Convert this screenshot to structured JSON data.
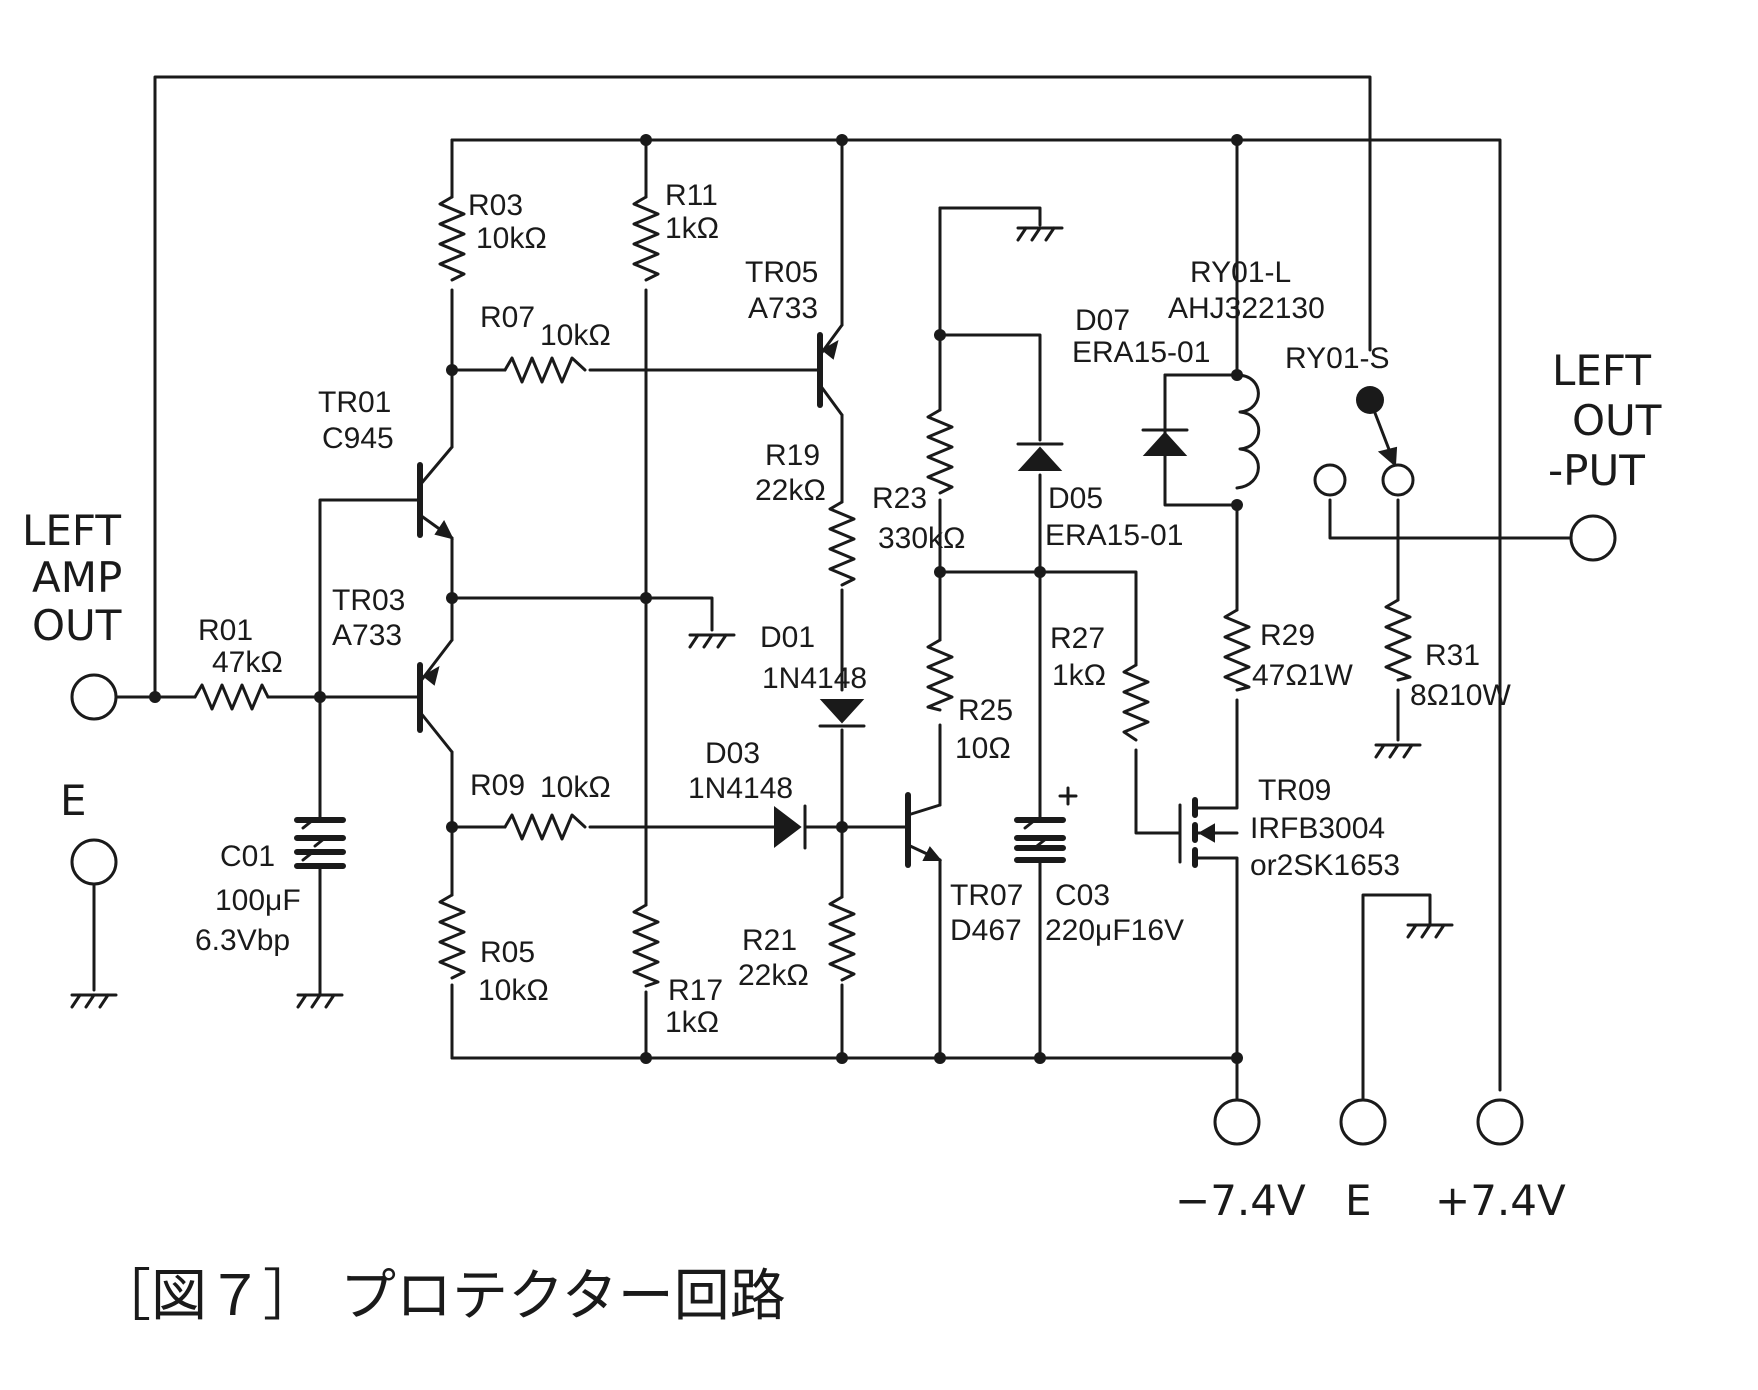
{
  "caption": {
    "figure": "［図７］",
    "title": "プロテクター回路"
  },
  "terminals": {
    "left_amp_out": [
      "LEFT",
      "AMP",
      "OUT"
    ],
    "left_output": [
      "LEFT",
      "OUT",
      "-PUT"
    ],
    "ground_in": "E",
    "minus_supply": "−7.4V",
    "ground_out": "E",
    "plus_supply": "+7.4V"
  },
  "components": {
    "R01": {
      "ref": "R01",
      "value": "47kΩ"
    },
    "R03": {
      "ref": "R03",
      "value": "10kΩ"
    },
    "R05": {
      "ref": "R05",
      "value": "10kΩ"
    },
    "R07": {
      "ref": "R07",
      "value": "10kΩ"
    },
    "R09": {
      "ref": "R09",
      "value": "10kΩ"
    },
    "R11": {
      "ref": "R11",
      "value": "1kΩ"
    },
    "R17": {
      "ref": "R17",
      "value": "1kΩ"
    },
    "R19": {
      "ref": "R19",
      "value": "22kΩ"
    },
    "R21": {
      "ref": "R21",
      "value": "22kΩ"
    },
    "R23": {
      "ref": "R23",
      "value": "330kΩ"
    },
    "R25": {
      "ref": "R25",
      "value": "10Ω"
    },
    "R27": {
      "ref": "R27",
      "value": "1kΩ"
    },
    "R29": {
      "ref": "R29",
      "value": "47Ω1W"
    },
    "R31": {
      "ref": "R31",
      "value": "8Ω10W"
    },
    "C01": {
      "ref": "C01",
      "value": "100μF",
      "rating": "6.3Vbp"
    },
    "C03": {
      "ref": "C03",
      "value": "220μF16V",
      "polarity": "+"
    },
    "TR01": {
      "ref": "TR01",
      "part": "C945"
    },
    "TR03": {
      "ref": "TR03",
      "part": "A733"
    },
    "TR05": {
      "ref": "TR05",
      "part": "A733"
    },
    "TR07": {
      "ref": "TR07",
      "part": "D467"
    },
    "TR09": {
      "ref": "TR09",
      "part": "IRFB3004",
      "alt": "or2SK1653"
    },
    "D01": {
      "ref": "D01",
      "part": "1N4148"
    },
    "D03": {
      "ref": "D03",
      "part": "1N4148"
    },
    "D05": {
      "ref": "D05",
      "part": "ERA15-01"
    },
    "D07": {
      "ref": "D07",
      "part": "ERA15-01"
    },
    "RY01L": {
      "ref": "RY01-L",
      "part": "AHJ322130"
    },
    "RY01S": {
      "ref": "RY01-S"
    }
  },
  "colors": {
    "ink": "#1a1a1a",
    "paper": "#ffffff"
  }
}
